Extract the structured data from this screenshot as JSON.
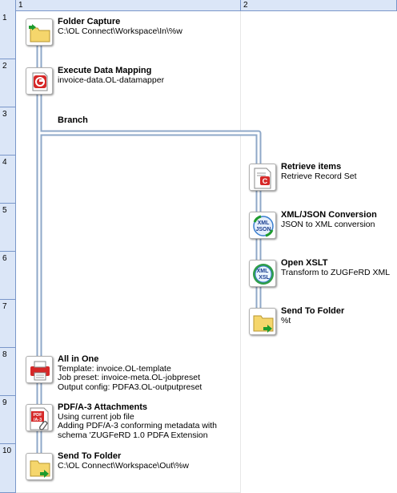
{
  "columns": [
    "1",
    "2"
  ],
  "rows": [
    "1",
    "2",
    "3",
    "4",
    "5",
    "6",
    "7",
    "8",
    "9",
    "10"
  ],
  "branch": {
    "label": "Branch"
  },
  "tasks": [
    {
      "title": "Folder Capture",
      "details": [
        "C:\\OL Connect\\Workspace\\In\\%w"
      ],
      "icon": "folder-capture-icon"
    },
    {
      "title": "Execute Data Mapping",
      "details": [
        "invoice-data.OL-datamapper"
      ],
      "icon": "data-mapping-icon"
    },
    {
      "title": "Retrieve items",
      "details": [
        "Retrieve Record Set"
      ],
      "icon": "retrieve-items-icon"
    },
    {
      "title": "XML/JSON Conversion",
      "details": [
        "JSON to XML conversion"
      ],
      "icon": "xml-json-icon"
    },
    {
      "title": "Open XSLT",
      "details": [
        "Transform to ZUGFeRD XML"
      ],
      "icon": "xslt-icon"
    },
    {
      "title": "Send To Folder",
      "details": [
        "%t"
      ],
      "icon": "send-to-folder-icon"
    },
    {
      "title": "All in One",
      "details": [
        "Template: invoice.OL-template",
        "Job preset: invoice-meta.OL-jobpreset",
        "Output config: PDFA3.OL-outputpreset"
      ],
      "icon": "all-in-one-icon"
    },
    {
      "title": "PDF/A-3 Attachments",
      "details": [
        "Using current job file",
        "Adding PDF/A-3 conforming metadata with",
        "schema 'ZUGFeRD 1.0 PDFA Extension"
      ],
      "icon": "pdf-attachment-icon"
    },
    {
      "title": "Send To Folder",
      "details": [
        "C:\\OL Connect\\Workspace\\Out\\%w"
      ],
      "icon": "send-to-folder-icon"
    }
  ],
  "icon_texts": {
    "xml": "XML",
    "json": "JSON",
    "xsl": "XSL",
    "pdf": "PDF",
    "a3": "/A-3"
  },
  "colors": {
    "header_bg": "#dbe6f7",
    "header_border": "#7a97c9",
    "wire_outer": "#8fa8c8",
    "wire_inner": "#ffffff",
    "folder": "#f5d66c",
    "red": "#d62828",
    "green_arrow": "#1e9b2e"
  }
}
